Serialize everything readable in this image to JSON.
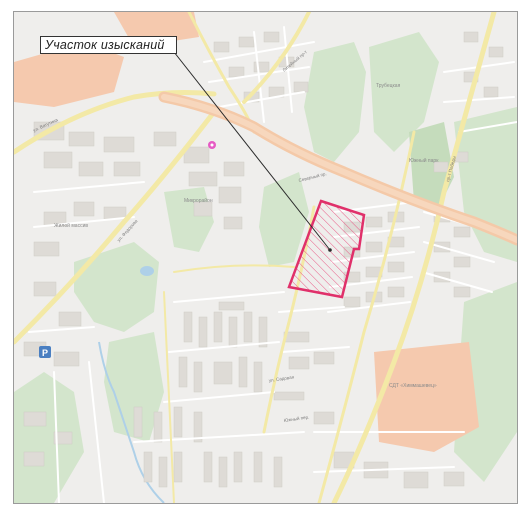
{
  "callout": {
    "label": "Участок изысканий"
  },
  "colors": {
    "site_boundary": "#e0306a",
    "site_hatch": "#e85a86",
    "main_road": "#f4c9a8",
    "secondary_road": "#f3e9a6",
    "forest": "#d3e5cc",
    "industrial_zone": "#f5c9ae",
    "building": "#dedbd6",
    "water": "#aed0e8",
    "leader_line": "#2a2a2a"
  },
  "icons": {
    "parking": "parking-icon",
    "poi": "poi-marker-icon"
  },
  "parking_symbol": "P",
  "place_labels": {
    "district_ne": "Трубецкая",
    "park_ne": "Южный парк",
    "district_w": "Жилой массив",
    "district_center": "Микрорайон",
    "industrial": "СДТ «Химмашевец»"
  },
  "road_labels": {
    "ring": "Северный пр.",
    "north_radial": "Литейный пр-т",
    "west_radial": "ул. Ватутина",
    "center_street": "ул. Федорова",
    "east_avenue": "пр-т Победы",
    "south_street": "ул. Садовая",
    "south_lane": "Южный пер."
  }
}
